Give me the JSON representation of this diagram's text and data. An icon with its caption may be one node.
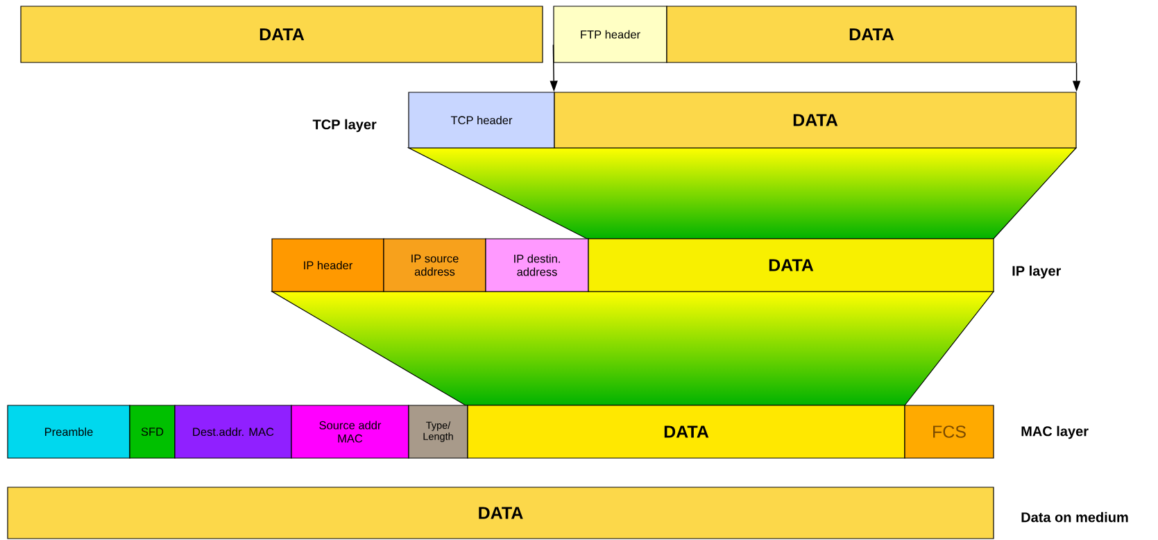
{
  "diagram": {
    "nodes": [
      {
        "text": [
          "DATA"
        ]
      },
      {
        "text": [
          "FTP header"
        ]
      },
      {
        "text": [
          "DATA"
        ]
      },
      {
        "text": [
          "TCP header"
        ]
      },
      {
        "text": [
          "DATA"
        ]
      },
      {
        "text": [
          "IP header"
        ]
      },
      {
        "text": [
          "IP source address"
        ]
      },
      {
        "text": [
          "IP destin. address"
        ]
      },
      {
        "text": [
          "DATA"
        ]
      },
      {
        "text": [
          "Preamble"
        ]
      },
      {
        "text": [
          "SFD"
        ]
      },
      {
        "text": [
          "Dest.addr. MAC"
        ]
      },
      {
        "text": [
          "Source addr MAC"
        ]
      },
      {
        "text": [
          "Type/ Length"
        ]
      },
      {
        "text": [
          "DATA"
        ]
      },
      {
        "text": [
          "FCS"
        ]
      },
      {
        "text": [
          "DATA"
        ]
      }
    ],
    "edges": [
      {
        "from": 1,
        "to": 4,
        "arrow": "to"
      },
      {
        "from": 2,
        "to": 4,
        "arrow": "to"
      }
    ],
    "labels": [
      "TCP layer",
      "IP layer",
      "MAC layer",
      "Data on medium"
    ]
  }
}
